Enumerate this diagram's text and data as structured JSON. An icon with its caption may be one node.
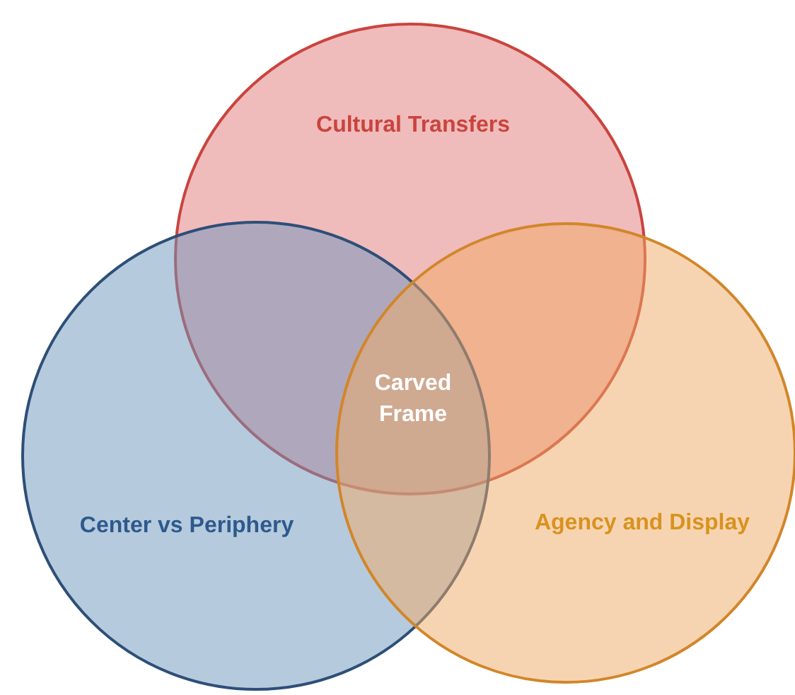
{
  "diagram": {
    "nodes": [
      {
        "text": [
          "Cultural Transfers"
        ]
      },
      {
        "text": [
          "Center vs Periphery"
        ]
      },
      {
        "text": [
          "Agency and Display"
        ]
      }
    ],
    "labels": [
      "Carved Frame"
    ]
  }
}
